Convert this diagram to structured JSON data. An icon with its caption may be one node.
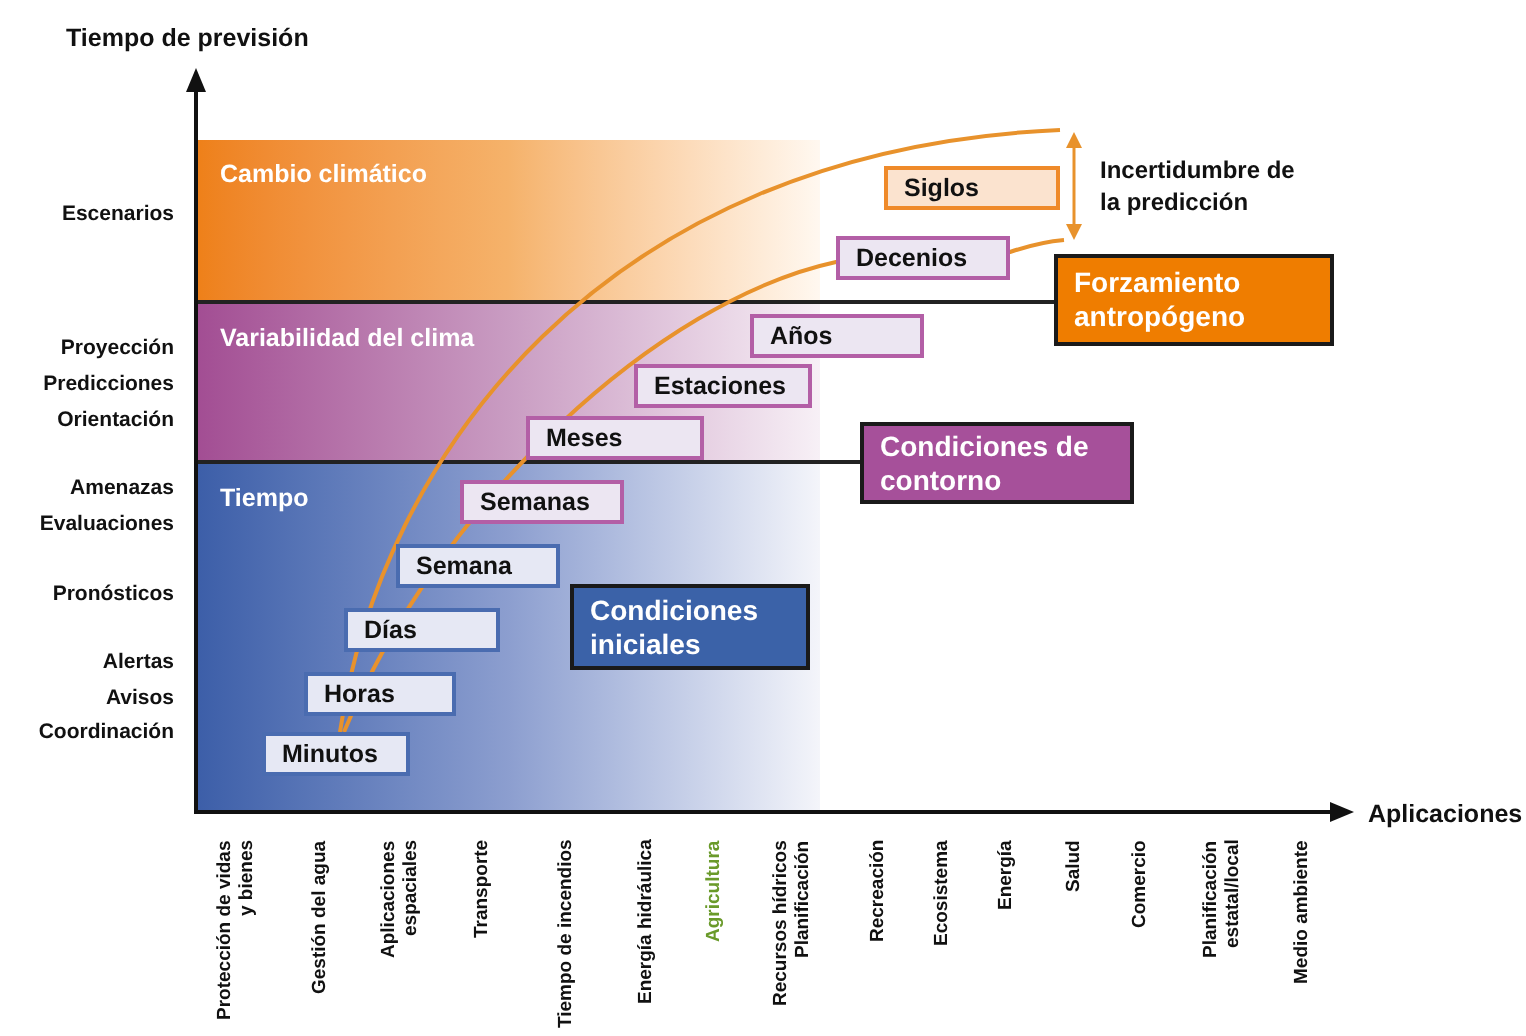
{
  "diagram": {
    "nodes": [
      {
        "text": [
          "Cambio climático"
        ]
      },
      {
        "text": [
          "Variabilidad del clima"
        ]
      },
      {
        "text": [
          "Tiempo"
        ]
      },
      {
        "text": [
          "Condiciones iniciales"
        ],
        "in": 2
      },
      {
        "text": [
          "Siglos"
        ]
      },
      {
        "text": [
          "Decenios"
        ]
      },
      {
        "text": [
          "Años"
        ]
      },
      {
        "text": [
          "Estaciones"
        ],
        "in": 1
      },
      {
        "text": [
          "Meses"
        ],
        "in": 1
      },
      {
        "text": [
          "Semanas"
        ],
        "in": 2
      },
      {
        "text": [
          "Semana"
        ],
        "in": 2
      },
      {
        "text": [
          "Días"
        ],
        "in": 2
      },
      {
        "text": [
          "Horas"
        ],
        "in": 2
      },
      {
        "text": [
          "Minutos"
        ],
        "in": 2
      },
      {
        "text": [
          "Forzamiento antropógeno"
        ]
      },
      {
        "text": [
          "Condiciones de contorno"
        ]
      }
    ],
    "edges": [
      {
        "from": 0,
        "to": 14,
        "arrow": "none"
      },
      {
        "from": 1,
        "to": 15,
        "arrow": "none"
      }
    ],
    "labels": [
      "Tiempo de previsión",
      "Escenarios",
      "Incertidumbre de la predicción",
      "Proyección",
      "Predicciones",
      "Orientación",
      "Amenazas",
      "Evaluaciones",
      "Pronósticos",
      "Alertas",
      "Avisos",
      "Coordinación",
      "Aplicaciones",
      "Protección de vidas y bienes",
      "Gestión del agua",
      "Aplicaciones espaciales",
      "Transporte",
      "Tiempo de incendios",
      "Energía hidráulica",
      "Agricultura",
      "Recursos hídricos Planificación",
      "Recreación",
      "Ecosistema",
      "Energía",
      "Salud",
      "Comercio",
      "Planificación estatal/local",
      "Medio ambiente"
    ]
  }
}
